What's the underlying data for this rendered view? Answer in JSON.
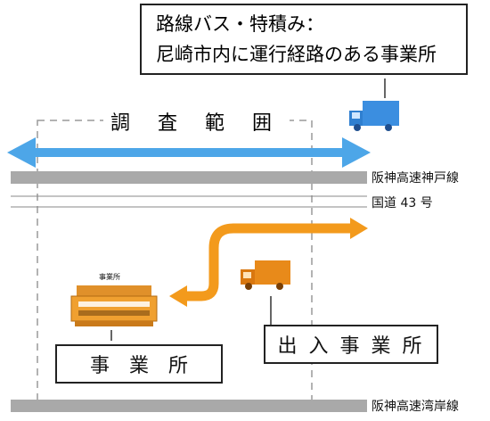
{
  "callout": {
    "line1": "路線バス・特積み：",
    "line2": "尼崎市内に運行経路のある事業所"
  },
  "survey_area_label": "調 査 範 囲",
  "roads": {
    "hanshin_kobe": "阪神高速神戸線",
    "route43": "国道 43 号",
    "hanshin_wangan": "阪神高速湾岸線"
  },
  "office_label": "事　業　所",
  "office_sign": "事業所",
  "inout_office_label": "出 入 事 業 所",
  "colors": {
    "road_gray": "#a9a9a9",
    "arrow_blue": "#4da6e8",
    "truck_blue": "#3b8ee0",
    "arrow_orange": "#f39a1c",
    "truck_orange": "#e88a1a",
    "building_orange": "#f0a030"
  }
}
